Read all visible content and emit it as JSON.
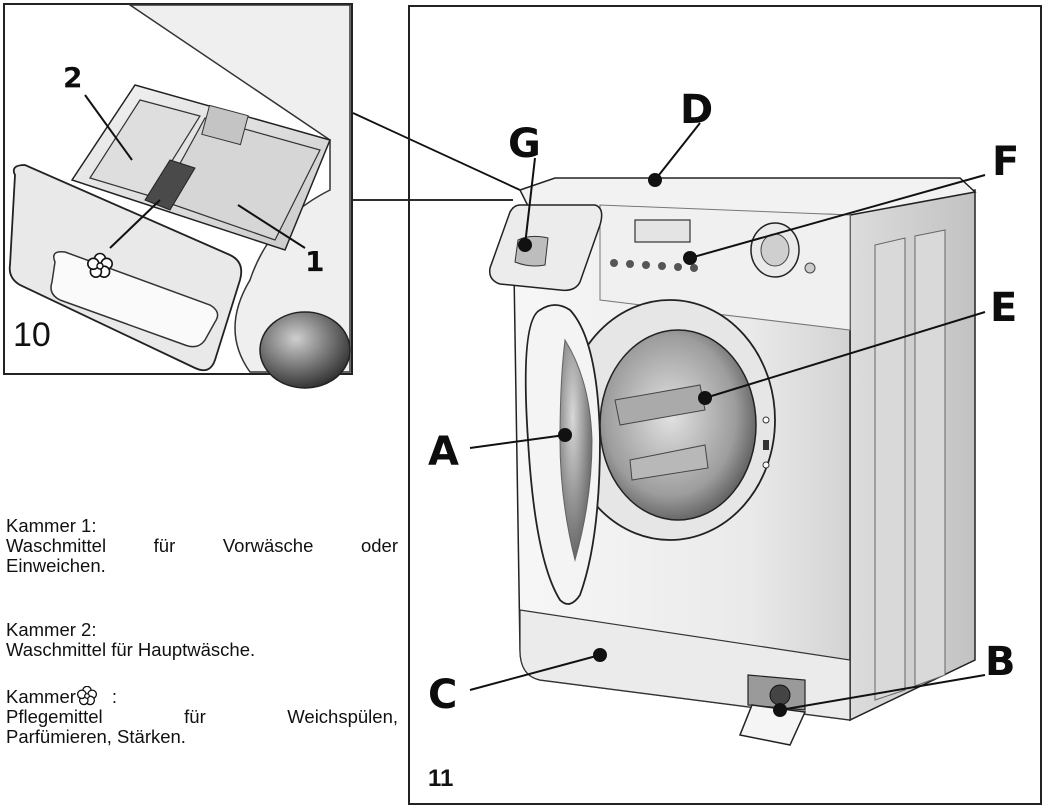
{
  "figure_10": {
    "number": "10",
    "callouts": {
      "compartment_1": "1",
      "compartment_2": "2"
    },
    "flower_symbol": "flower-icon"
  },
  "figure_11": {
    "number": "11",
    "callouts": {
      "door": "A",
      "filter_cover": "B",
      "plinth": "C",
      "top_cover": "D",
      "drum": "E",
      "control_panel": "F",
      "detergent_drawer": "G"
    }
  },
  "legend": {
    "kammer1_title": "Kammer 1:",
    "kammer1_text_a": "Waschmittel für Vorwäsche",
    "kammer1_text_b": "oder",
    "kammer1_text_c": "Einweichen.",
    "kammer2_title": "Kammer 2:",
    "kammer2_text": "Waschmittel für Hauptwäsche.",
    "kammer3_title_prefix": "Kammer",
    "kammer3_title_suffix": ":",
    "kammer3_text_a1": "Pflegemittel",
    "kammer3_text_a2": "für",
    "kammer3_text_a3": "Weichspülen,",
    "kammer3_text_b": "Parfümieren, Stärken."
  }
}
